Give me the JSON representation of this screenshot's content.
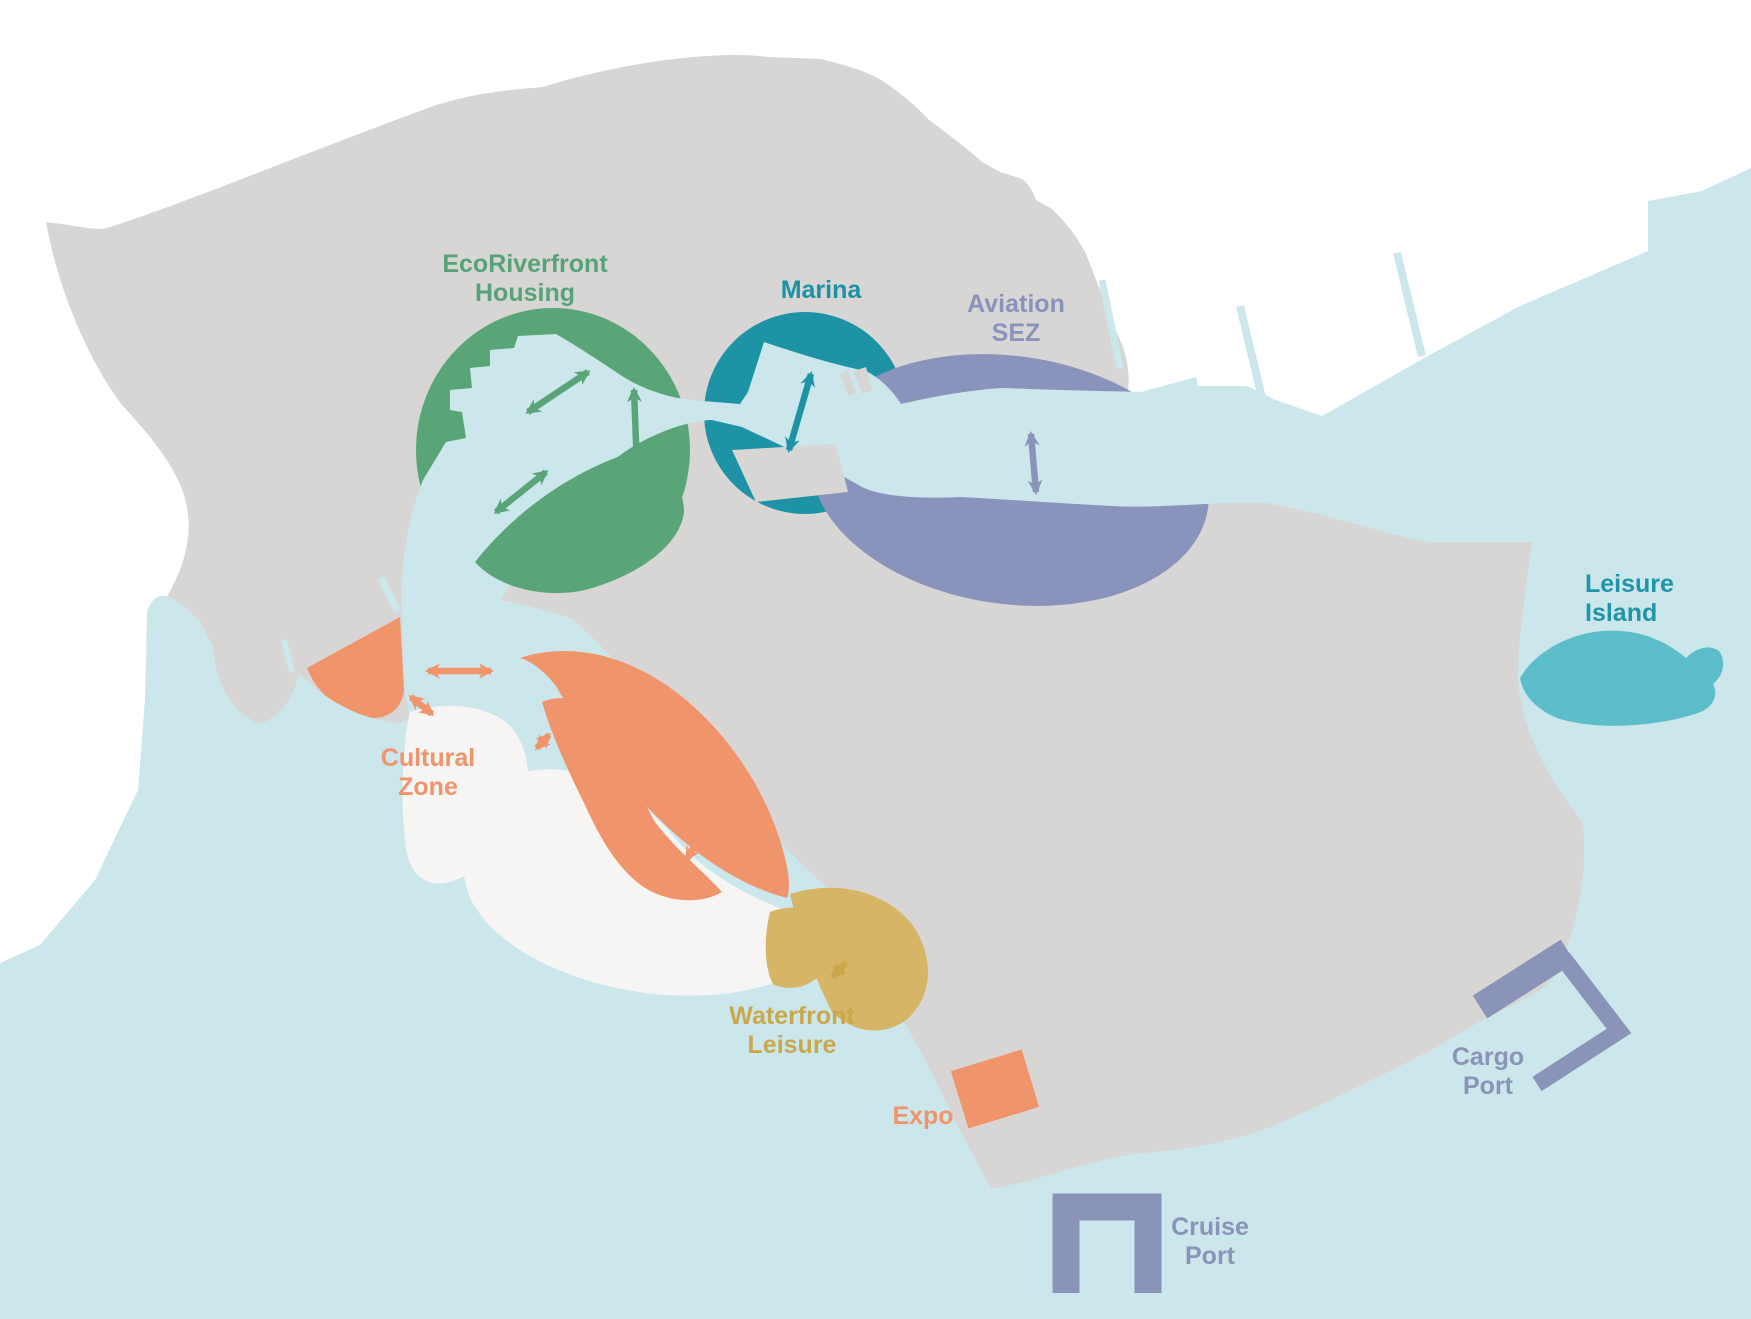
{
  "zones": {
    "eco": {
      "line1": "EcoRiverfront",
      "line2": "Housing"
    },
    "marina": {
      "line1": "Marina"
    },
    "aviation": {
      "line1": "Aviation",
      "line2": "SEZ"
    },
    "leisure_island": {
      "line1": "Leisure",
      "line2": "Island"
    },
    "cultural": {
      "line1": "Cultural",
      "line2": "Zone"
    },
    "waterfront": {
      "line1": "Waterfront",
      "line2": "Leisure"
    },
    "expo": {
      "line1": "Expo"
    },
    "cruise_port": {
      "line1": "Cruise",
      "line2": "Port"
    },
    "cargo_port": {
      "line1": "Cargo",
      "line2": "Port"
    }
  },
  "colors": {
    "background": "#FFFFFF",
    "sea": "#CBE7EC",
    "land": "#D7D6D5",
    "green": "#5AA578",
    "green_text": "#57A377",
    "teal": "#1E93A6",
    "teal_text": "#1B93A5",
    "purple": "#8A93BB",
    "island_teal": "#5CBECA",
    "island_text": "#2095A8",
    "orange": "#F0946B",
    "offwhite": "#F6F5F4",
    "gold": "#D7B566",
    "gold_text": "#C9A84C",
    "port": "#8A93B8"
  },
  "arrows": {
    "type": "double-headed flow arrows",
    "count": 10,
    "colors_used": [
      "green",
      "teal",
      "purple",
      "orange",
      "gold"
    ]
  }
}
